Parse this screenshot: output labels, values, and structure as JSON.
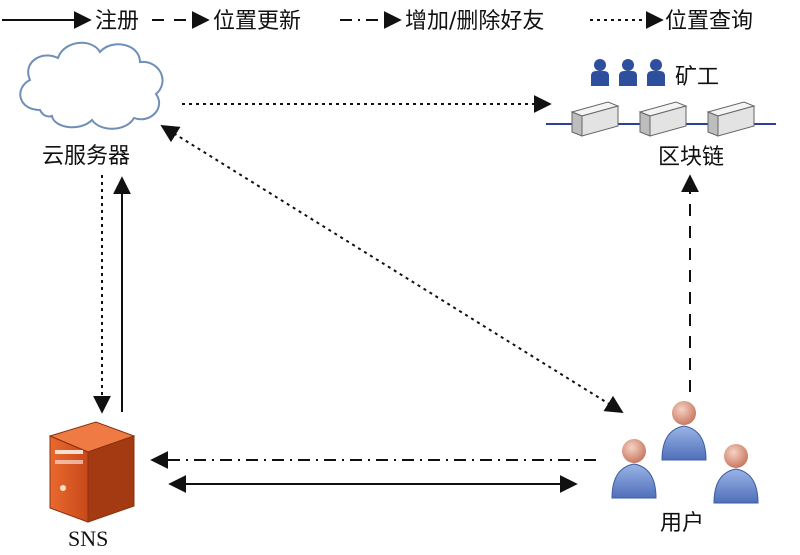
{
  "legend": {
    "register": "注册",
    "update": "位置更新",
    "addremove": "增加/删除好友",
    "query": "位置查询"
  },
  "nodes": {
    "cloud": "云服务器",
    "miners": "矿工",
    "blockchain": "区块链",
    "sns": "SNS",
    "users": "用户"
  },
  "colors": {
    "line": "#111111",
    "cloud_stroke": "#6f8fb8",
    "cloud_fill": "#ffffff",
    "miner": "#2d4f9e",
    "block_face": "#e9e9e9",
    "block_side": "#bdbdbd",
    "chain_line": "#2b3f9c",
    "server_front": "#d9541e",
    "server_side": "#a43a12",
    "server_top": "#f07a43",
    "user_body": "#6e8fd0",
    "user_head": "#e8a48f"
  }
}
